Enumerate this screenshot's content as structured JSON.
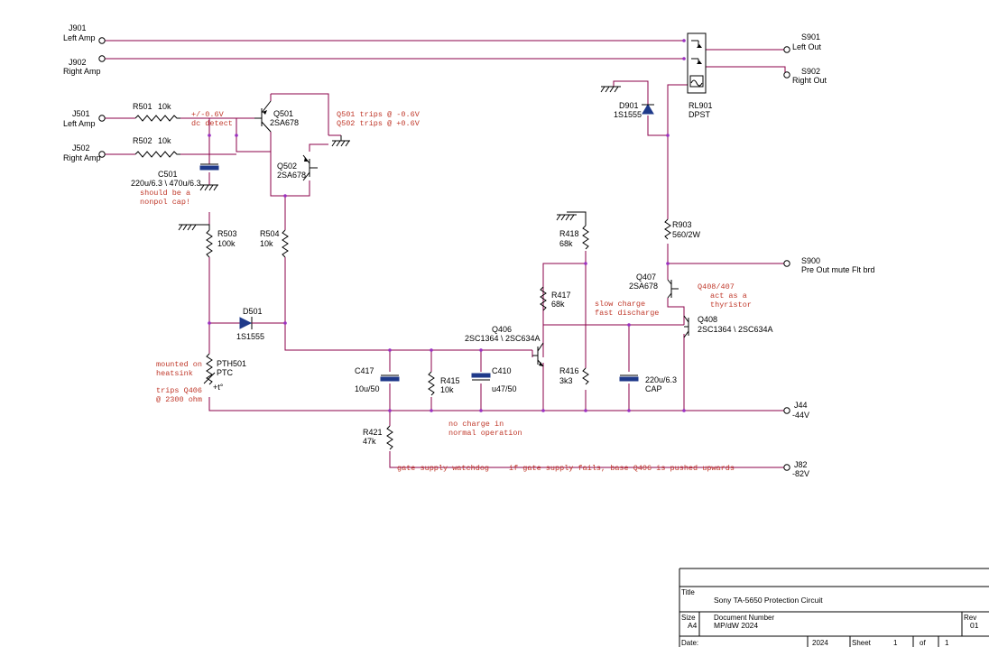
{
  "connectors": {
    "j901": {
      "ref": "J901",
      "name": "Left Amp"
    },
    "j902": {
      "ref": "J902",
      "name": "Right Amp"
    },
    "j501": {
      "ref": "J501",
      "name": "Left Amp"
    },
    "j502": {
      "ref": "J502",
      "name": "Right Amp"
    },
    "s901": {
      "ref": "S901",
      "name": "Left Out"
    },
    "s902": {
      "ref": "S902",
      "name": "Right Out"
    },
    "s900": {
      "ref": "S900",
      "name": "Pre Out mute Flt brd"
    },
    "j44": {
      "ref": "J44",
      "name": "-44V"
    },
    "j82": {
      "ref": "J82",
      "name": "-82V"
    }
  },
  "components": {
    "r501": {
      "ref": "R501",
      "value": "10k"
    },
    "r502": {
      "ref": "R502",
      "value": "10k"
    },
    "c501": {
      "ref": "C501",
      "value": "220u/6.3 \\ 470u/6.3"
    },
    "q501": {
      "ref": "Q501",
      "value": "2SA678"
    },
    "q502": {
      "ref": "Q502",
      "value": "2SA678"
    },
    "r503": {
      "ref": "R503",
      "value": "100k"
    },
    "r504": {
      "ref": "R504",
      "value": "10k"
    },
    "d501": {
      "ref": "D501",
      "value": "1S1555"
    },
    "pth501": {
      "ref": "PTH501",
      "value": "PTC"
    },
    "c417": {
      "ref": "C417",
      "value": "10u/50"
    },
    "r415": {
      "ref": "R415",
      "value": "10k"
    },
    "c410": {
      "ref": "C410",
      "value": "u47/50"
    },
    "r421": {
      "ref": "R421",
      "value": "47k"
    },
    "q406": {
      "ref": "Q406",
      "value": "2SC1364 \\ 2SC634A"
    },
    "r417": {
      "ref": "R417",
      "value": "68k"
    },
    "r418": {
      "ref": "R418",
      "value": "68k"
    },
    "r416": {
      "ref": "R416",
      "value": "3k3"
    },
    "c_cap": {
      "ref": "220u/6.3",
      "value": "CAP"
    },
    "q407": {
      "ref": "Q407",
      "value": "2SA678"
    },
    "q408": {
      "ref": "Q408",
      "value": "2SC1364 \\ 2SC634A"
    },
    "r903": {
      "ref": "R903",
      "value": "560/2W"
    },
    "d901": {
      "ref": "D901",
      "value": "1S1555"
    },
    "rl901": {
      "ref": "RL901",
      "value": "DPST"
    }
  },
  "notes": {
    "dc_detect": [
      "+/-0.6V",
      "dc detect"
    ],
    "q501_trips": [
      "Q501 trips @ -0.6V",
      "Q502 trips @ +0.6V"
    ],
    "nonpol": [
      "should be a",
      "nonpol cap!"
    ],
    "heatsink": [
      "mounted on",
      "heatsink"
    ],
    "trips_q406": [
      "trips Q406",
      "@ 2300 ohm"
    ],
    "slow_charge": [
      "slow charge",
      "fast discharge"
    ],
    "thyristor": [
      "Q408/407",
      "act as a",
      "thyristor"
    ],
    "no_charge": [
      "no charge in",
      "normal operation"
    ],
    "gate_watchdog": "gate supply watchdog",
    "gate_fails": "if gate supply  fails, base Q406 is pushed upwards",
    "ptc_symbol": "+t°"
  },
  "title_block": {
    "title_label": "Title",
    "title": "Sony TA-5650 Protection Circuit",
    "size_label": "Size",
    "size": "A4",
    "doc_label": "Document Number",
    "doc_number": "MP/dW 2024",
    "rev_label": "Rev",
    "rev": "01",
    "date_label": "Date:",
    "date": "2024",
    "sheet_label": "Sheet",
    "sheet": "1",
    "of_label": "of",
    "of": "1"
  }
}
